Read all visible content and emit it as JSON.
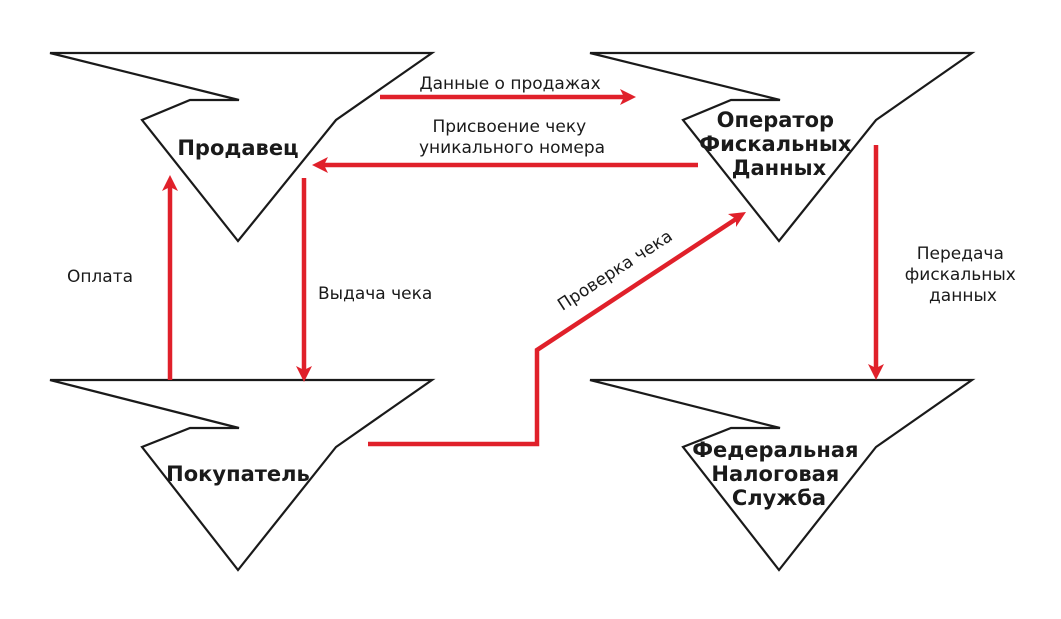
{
  "nodes": {
    "seller": [
      "Продавец"
    ],
    "operator": [
      "Оператор",
      "Фискальных",
      "Данных"
    ],
    "buyer": [
      "Покупатель"
    ],
    "tax": [
      "Федеральная",
      "Налоговая",
      "Служба"
    ]
  },
  "edges": {
    "sales_data": [
      "Данные о продажах"
    ],
    "receipt_number": [
      "Присвоение чеку",
      "уникального номера"
    ],
    "payment": [
      "Оплата"
    ],
    "issue_receipt": [
      "Выдача чека"
    ],
    "check_receipt": [
      "Проверка чека"
    ],
    "transfer_fiscal": [
      "Передача",
      "фискальных",
      "данных"
    ]
  },
  "colors": {
    "arrow": "#e0202a",
    "outline": "#1a1a1a",
    "background": "#ffffff"
  }
}
